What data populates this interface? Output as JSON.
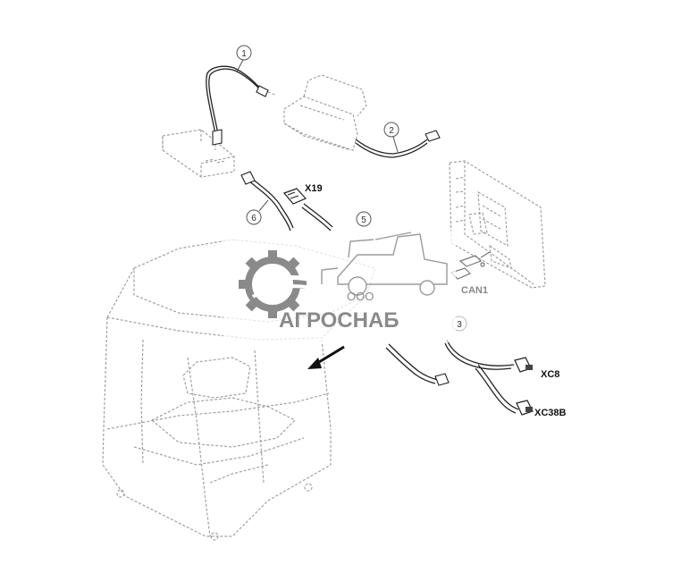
{
  "diagram": {
    "callouts": [
      "1",
      "2",
      "3",
      "5",
      "6"
    ],
    "connectors": [
      "X19",
      "XC8",
      "XC38B"
    ],
    "port_label": "CAN1"
  },
  "watermark": {
    "prefix": "ООО",
    "company": "АГРОСНАБ"
  },
  "colors": {
    "line": "#333333",
    "dashed": "#9a9a9a",
    "watermark": "#8a8a8a"
  }
}
